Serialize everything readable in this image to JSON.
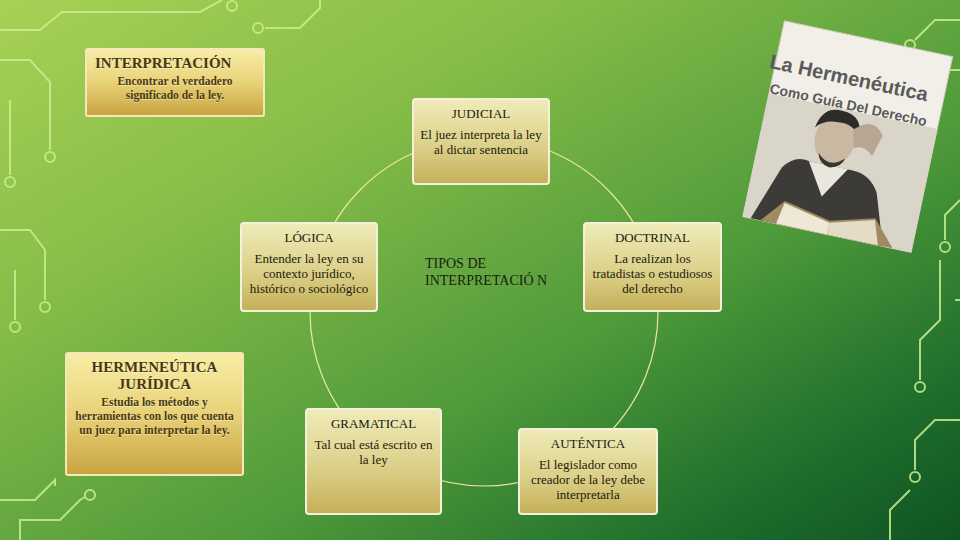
{
  "diagram": {
    "nodes": [
      {
        "text": [
          "INTERPRETACIÓN",
          "Encontrar el verdadero significado de la ley."
        ]
      },
      {
        "text": [
          "JUDICIAL",
          "El juez interpreta la ley al dictar sentencia"
        ]
      },
      {
        "text": [
          "LÓGICA",
          "Entender la ley en su contexto jurídico, histórico o sociológico"
        ]
      },
      {
        "text": [
          "TIPOS DE INTERPRETACIÓ N"
        ]
      },
      {
        "text": [
          "DOCTRINAL",
          "La realizan los tratadistas o estudiosos del derecho"
        ]
      },
      {
        "text": [
          "HERMENEÚTICA JURÍDICA",
          "Estudia los métodos y herramientas con los que cuenta un juez para interpretar la ley."
        ]
      },
      {
        "text": [
          "GRAMATICAL",
          "Tal cual está escrito en la ley"
        ]
      },
      {
        "text": [
          "AUTÉNTICA",
          "El legislador como creador de la ley debe interpretarla"
        ]
      }
    ],
    "labels": [
      "La Hermenéutica",
      "Como Guía Del Derecho"
    ]
  }
}
